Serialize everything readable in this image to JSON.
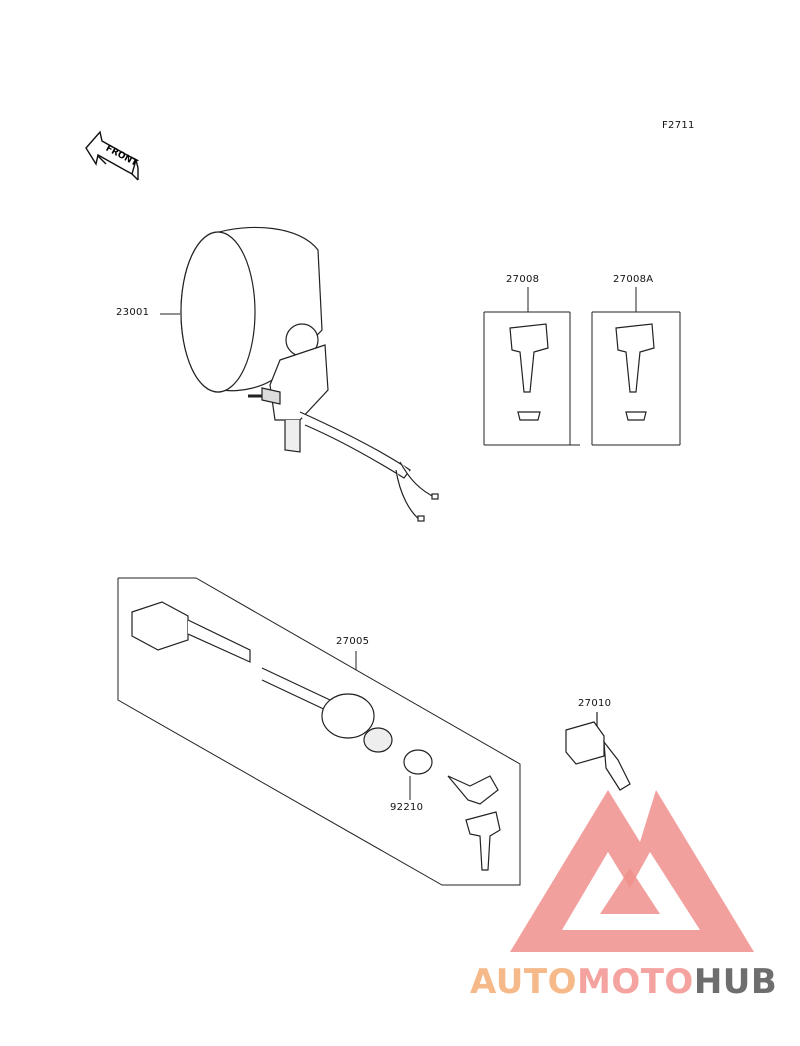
{
  "diagram": {
    "figure_code": "F2711",
    "front_arrow_text": "FRONT",
    "part_numbers": {
      "headlamp": "23001",
      "key_a": "27008",
      "key_b": "27008A",
      "ignition_switch": "27005",
      "nut": "92210",
      "switch_small": "27010"
    }
  },
  "watermark": {
    "word_1": "AUTO",
    "word_2": "MOTO",
    "word_3": "HUB",
    "colors": {
      "auto": "#f6b98a",
      "moto": "#f4a3a0",
      "hub": "#6e6e6e",
      "logo": "#f08f8c"
    }
  }
}
